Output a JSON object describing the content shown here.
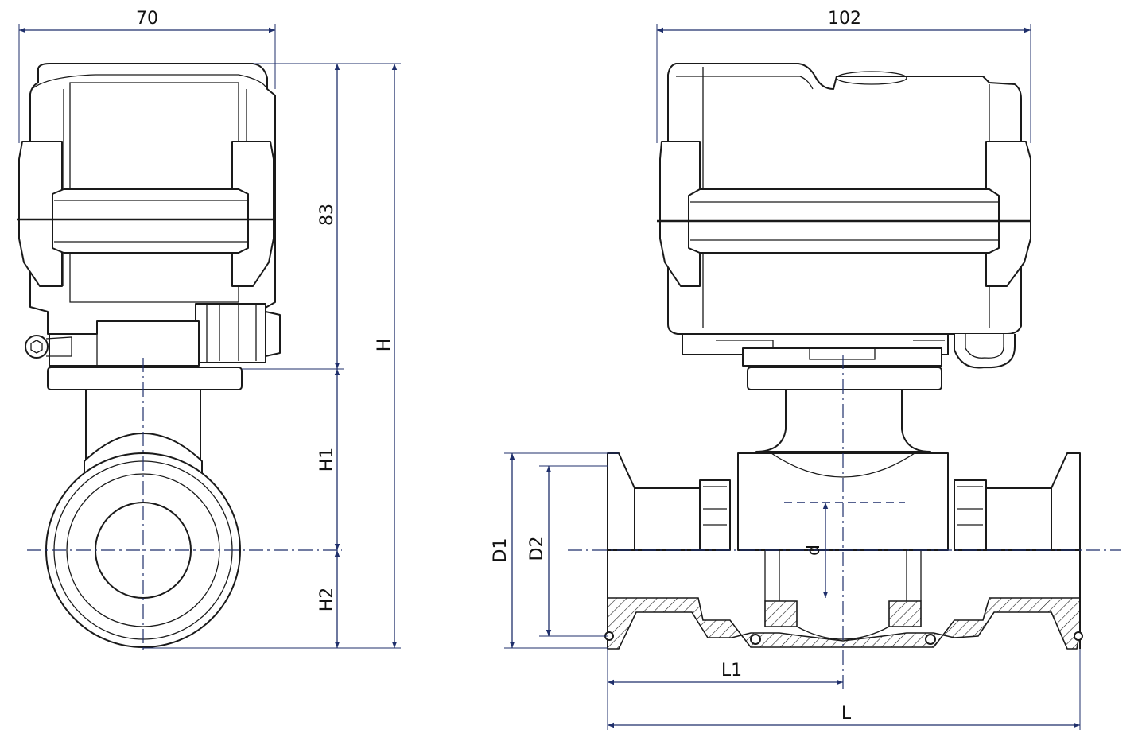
{
  "side_view": {
    "width_label": "70",
    "actuator_height_label": "83",
    "total_height_label": "H",
    "h1_label": "H1",
    "h2_label": "H2"
  },
  "front_view": {
    "width_label": "102",
    "d1_label": "D1",
    "d2_label": "D2",
    "bore_label": "d",
    "l1_label": "L1",
    "l_label": "L"
  },
  "colors": {
    "dimension_line": "#1f2f6b",
    "outline": "#1a1a1a"
  }
}
